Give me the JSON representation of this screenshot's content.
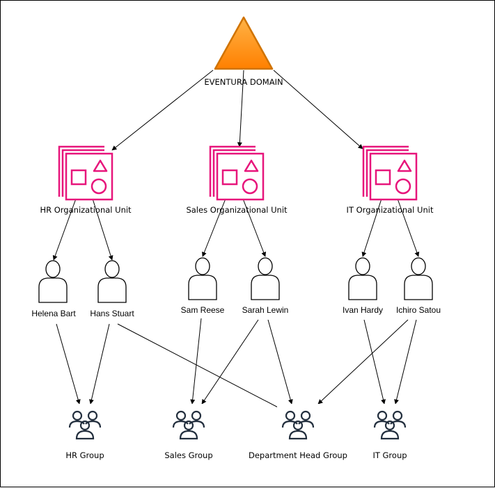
{
  "domain_node": {
    "label": "EVENTURA DOMAIN"
  },
  "units": [
    {
      "id": "hr",
      "label": "HR Organizational Unit"
    },
    {
      "id": "sales",
      "label": "Sales Organizational Unit"
    },
    {
      "id": "it",
      "label": "IT Organizational Unit"
    }
  ],
  "users": [
    {
      "id": "helena",
      "label": "Helena Bart"
    },
    {
      "id": "hans",
      "label": "Hans Stuart"
    },
    {
      "id": "sam",
      "label": "Sam Reese"
    },
    {
      "id": "sarah",
      "label": "Sarah Lewin"
    },
    {
      "id": "ivan",
      "label": "Ivan Hardy"
    },
    {
      "id": "ichiro",
      "label": "Ichiro Satou"
    }
  ],
  "groups": [
    {
      "id": "hrg",
      "label": "HR Group"
    },
    {
      "id": "salesg",
      "label": "Sales Group"
    },
    {
      "id": "depthead",
      "label": "Department Head Group"
    },
    {
      "id": "itg",
      "label": "IT Group"
    }
  ],
  "colors": {
    "unit_icon": "#e7157b",
    "domain_fill_top": "#ffb347",
    "domain_fill_bottom": "#ff8000",
    "domain_stroke": "#d07300",
    "group_icon": "#232f3e"
  }
}
